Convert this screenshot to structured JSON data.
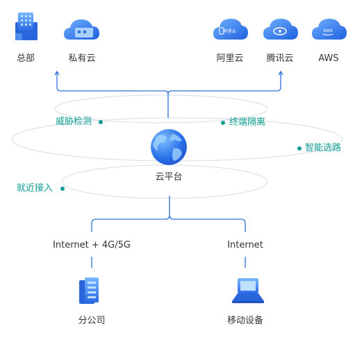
{
  "clouds": {
    "hq": "总部",
    "private_cloud": "私有云",
    "aliyun": "阿里云",
    "tencent_cloud": "腾讯云",
    "aws": "AWS"
  },
  "icon_text": {
    "aliyun_badge": "阿里云",
    "aws_badge": "aws"
  },
  "features": {
    "threat_detection": "威胁检测",
    "endpoint_isolation": "终端隔离",
    "smart_routing": "智能选路",
    "nearby_access": "就近接入"
  },
  "center": {
    "platform": "云平台"
  },
  "access": {
    "internet_4g5g": "Internet + 4G/5G",
    "internet": "Internet"
  },
  "endpoints": {
    "branch": "分公司",
    "mobile": "移动设备"
  },
  "colors": {
    "line": "#2f6fd8",
    "teal": "#0e9b94",
    "ring": "#cfd6e2",
    "icon_blue": "#2b7cf0",
    "icon_light": "#8cc0ff"
  }
}
